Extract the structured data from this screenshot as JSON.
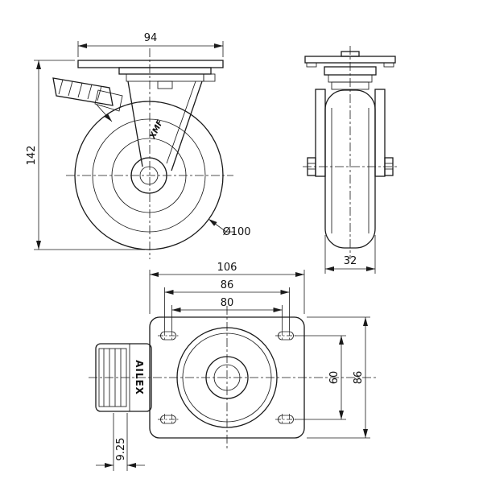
{
  "drawing": {
    "subject": "swivel plate caster with brake - three orthographic views",
    "background": "#ffffff",
    "line_color": "#1a1a1a"
  },
  "side_view": {
    "dim_plate_length": "94",
    "dim_overall_height": "142",
    "dim_wheel_diameter": "Ø100",
    "wheel_logo": "XMF"
  },
  "front_view": {
    "dim_wheel_width": "32"
  },
  "plan_view": {
    "dim_plate_width": "106",
    "dim_bolt_span_outer": "86",
    "dim_bolt_span_inner": "80",
    "dim_bolt_span_vertical": "60",
    "dim_plate_depth": "86",
    "dim_slot_width": "9.25",
    "pedal_brand": "AILEX"
  }
}
